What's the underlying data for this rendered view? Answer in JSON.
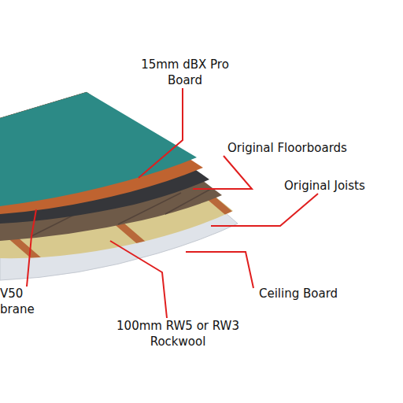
{
  "diagram": {
    "labels": [
      "15mm dBX Pro Board",
      "Original Floorboards",
      "Original Joists",
      "V50 brane",
      "Ceiling Board",
      "100mm RW5 or RW3 Rockwool"
    ]
  }
}
